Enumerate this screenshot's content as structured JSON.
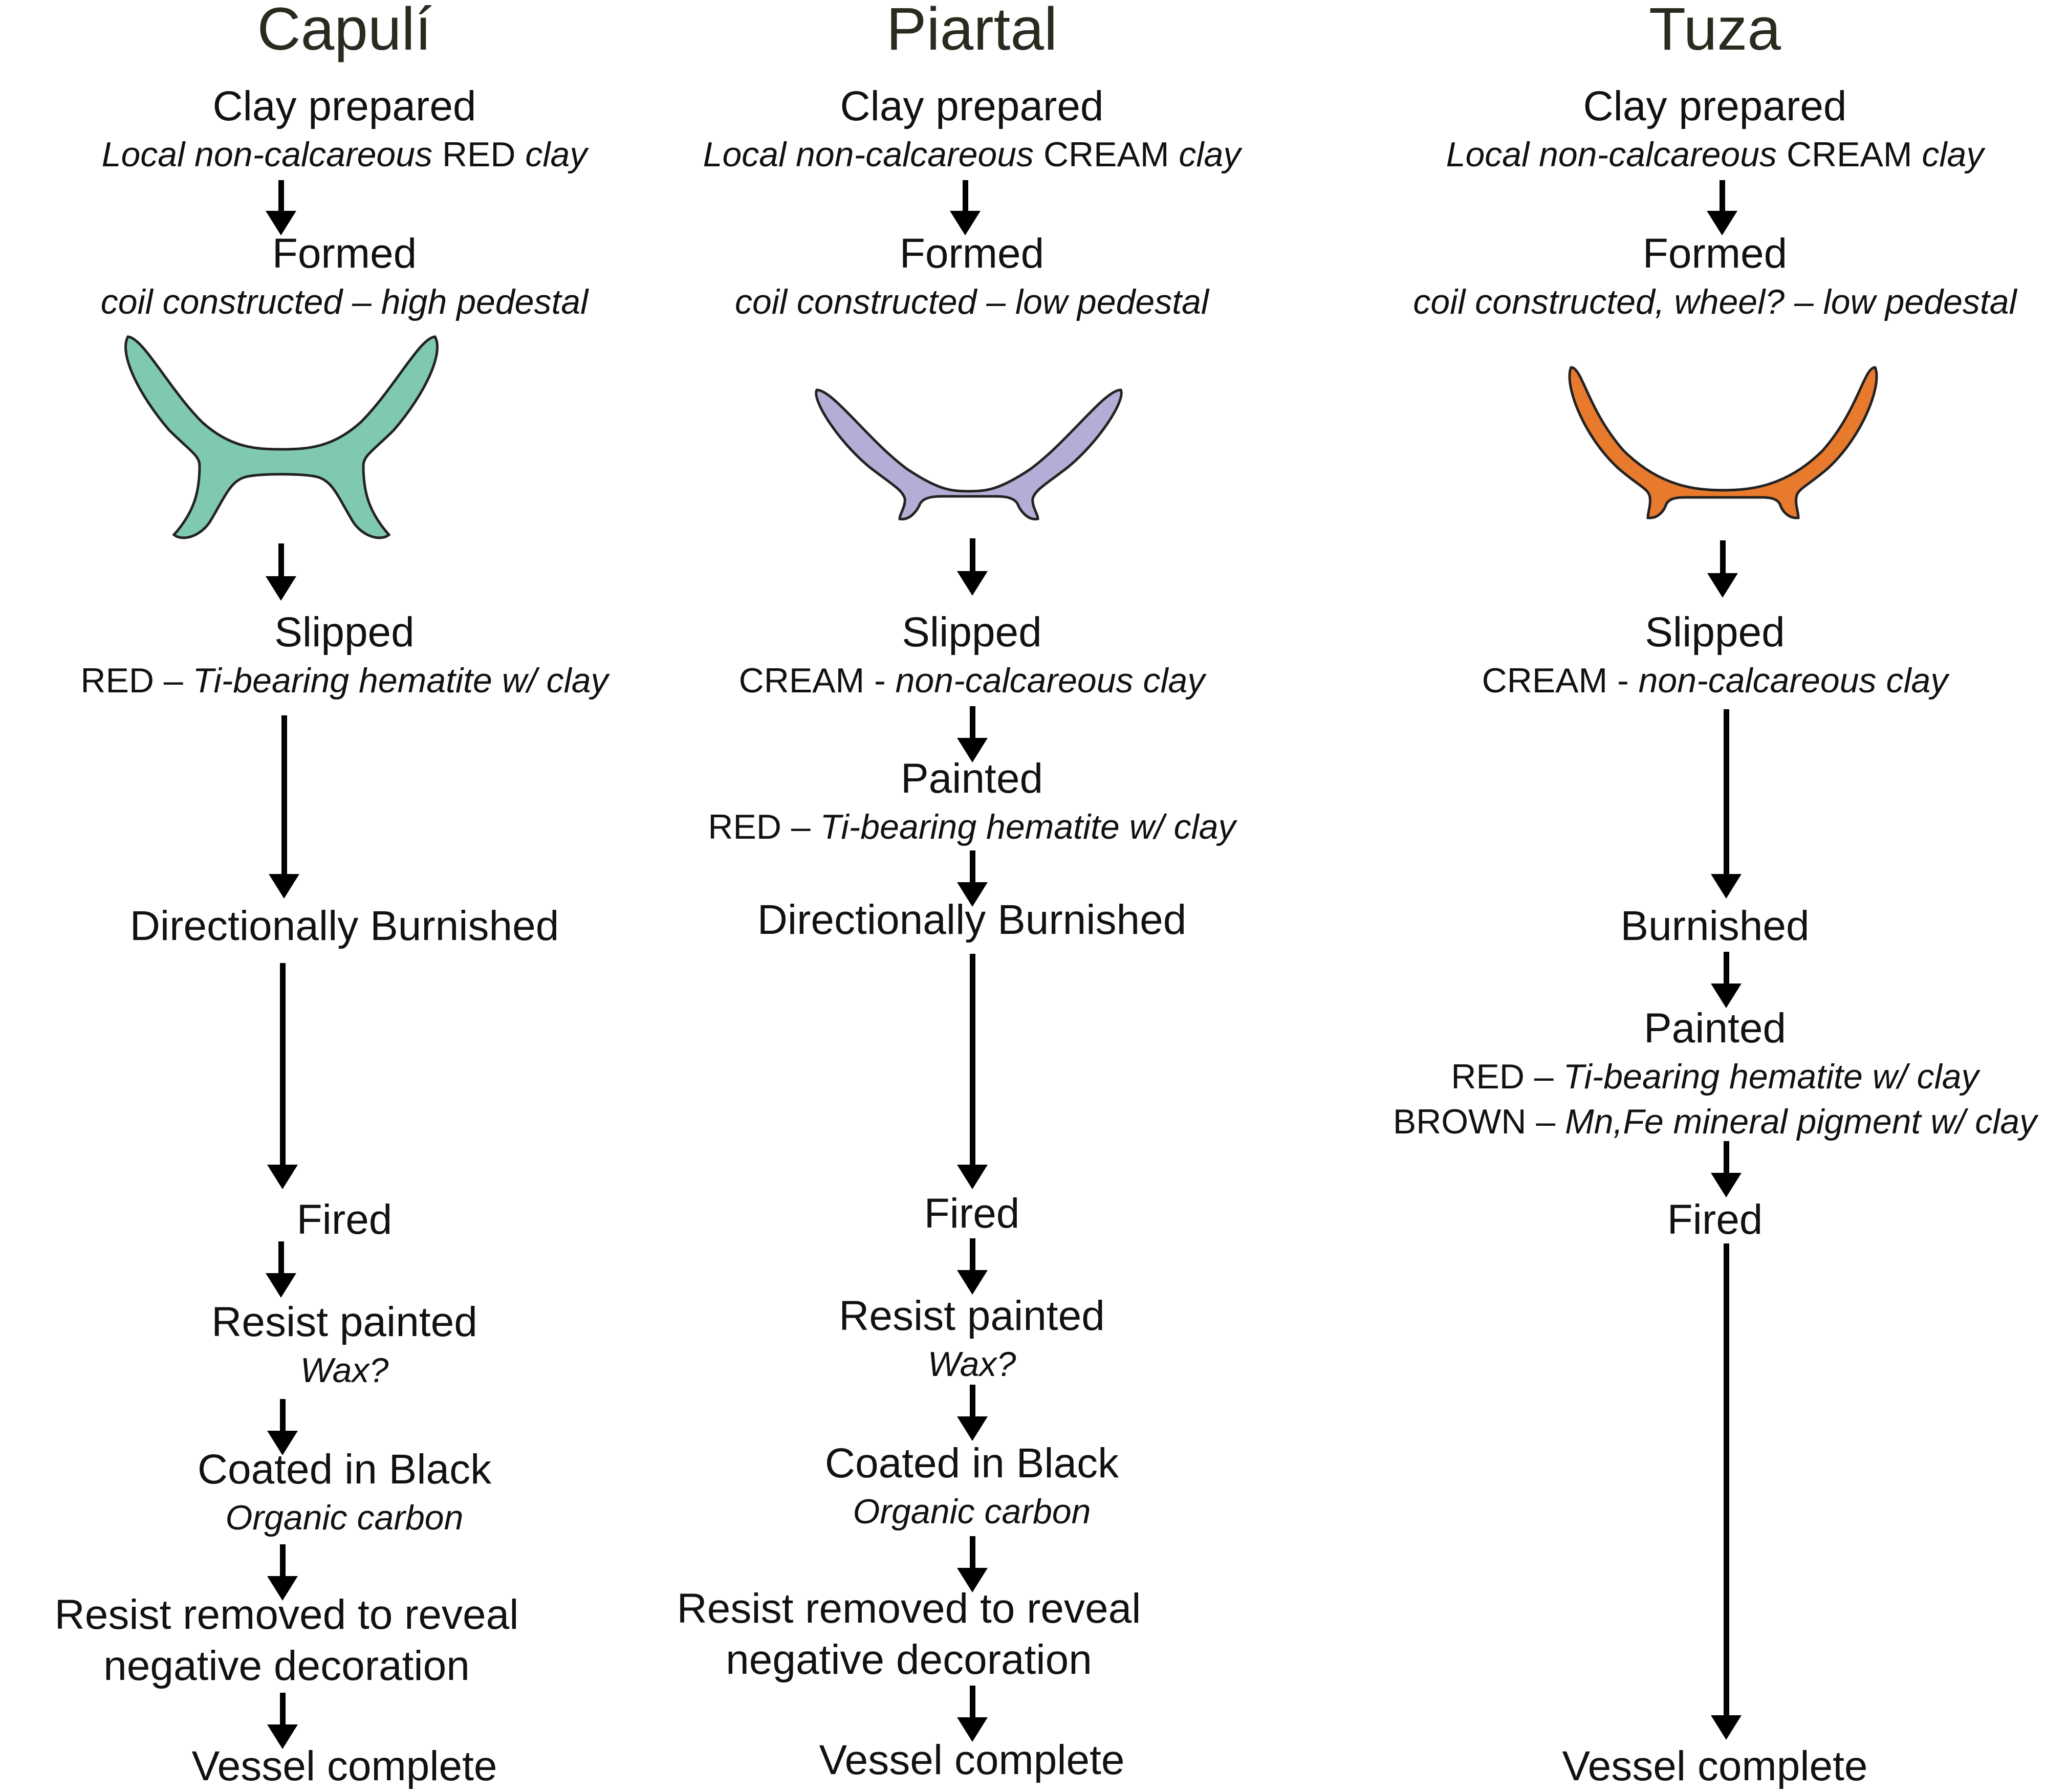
{
  "columns": [
    {
      "title": "Capulí",
      "vessel_color": "#7fc8b1",
      "vessel_shape": "high-pedestal-bowl",
      "steps": [
        {
          "name": "Clay prepared",
          "detail": [
            [
              {
                "t": "Local non-calcareous ",
                "i": true
              },
              {
                "t": "RED ",
                "i": false
              },
              {
                "t": "clay",
                "i": true
              }
            ]
          ]
        },
        {
          "name": "Formed",
          "detail": [
            [
              {
                "t": "coil constructed – high pedestal",
                "i": true
              }
            ]
          ]
        },
        {
          "name": "Slipped",
          "detail": [
            [
              {
                "t": "RED – ",
                "i": false
              },
              {
                "t": "Ti-bearing hematite w/ clay",
                "i": true
              }
            ]
          ]
        },
        {
          "name": "Directionally Burnished",
          "detail": []
        },
        {
          "name": "Fired",
          "detail": []
        },
        {
          "name": "Resist painted",
          "detail": [
            [
              {
                "t": "Wax?",
                "i": true
              }
            ]
          ]
        },
        {
          "name": "Coated in Black",
          "detail": [
            [
              {
                "t": "Organic carbon",
                "i": true
              }
            ]
          ]
        },
        {
          "name": "Resist removed to reveal negative decoration",
          "detail": []
        },
        {
          "name": "Vessel complete",
          "detail": []
        }
      ]
    },
    {
      "title": "Piartal",
      "vessel_color": "#b4aed6",
      "vessel_shape": "low-pedestal-bowl",
      "steps": [
        {
          "name": "Clay prepared",
          "detail": [
            [
              {
                "t": "Local non-calcareous ",
                "i": true
              },
              {
                "t": "CREAM ",
                "i": false
              },
              {
                "t": "clay",
                "i": true
              }
            ]
          ]
        },
        {
          "name": "Formed",
          "detail": [
            [
              {
                "t": "coil constructed – low pedestal",
                "i": true
              }
            ]
          ]
        },
        {
          "name": "Slipped",
          "detail": [
            [
              {
                "t": "CREAM - ",
                "i": false
              },
              {
                "t": "non-calcareous clay",
                "i": true
              }
            ]
          ]
        },
        {
          "name": "Painted",
          "detail": [
            [
              {
                "t": "RED – ",
                "i": false
              },
              {
                "t": "Ti-bearing hematite w/ clay",
                "i": true
              }
            ]
          ]
        },
        {
          "name": "Directionally Burnished",
          "detail": []
        },
        {
          "name": "Fired",
          "detail": []
        },
        {
          "name": "Resist painted",
          "detail": [
            [
              {
                "t": "Wax?",
                "i": true
              }
            ]
          ]
        },
        {
          "name": "Coated in Black",
          "detail": [
            [
              {
                "t": "Organic carbon",
                "i": true
              }
            ]
          ]
        },
        {
          "name": "Resist removed to reveal negative decoration",
          "detail": []
        },
        {
          "name": "Vessel complete",
          "detail": []
        }
      ]
    },
    {
      "title": "Tuza",
      "vessel_color": "#e77a2c",
      "vessel_shape": "low-pedestal-bowl",
      "steps": [
        {
          "name": "Clay prepared",
          "detail": [
            [
              {
                "t": "Local non-calcareous ",
                "i": true
              },
              {
                "t": "CREAM ",
                "i": false
              },
              {
                "t": "clay",
                "i": true
              }
            ]
          ]
        },
        {
          "name": "Formed",
          "detail": [
            [
              {
                "t": "coil constructed, wheel? – low pedestal",
                "i": true
              }
            ]
          ]
        },
        {
          "name": "Slipped",
          "detail": [
            [
              {
                "t": "CREAM - ",
                "i": false
              },
              {
                "t": "non-calcareous clay",
                "i": true
              }
            ]
          ]
        },
        {
          "name": "Burnished",
          "detail": []
        },
        {
          "name": "Painted",
          "detail": [
            [
              {
                "t": "RED – ",
                "i": false
              },
              {
                "t": "Ti-bearing hematite w/ clay",
                "i": true
              }
            ],
            [
              {
                "t": "BROWN – ",
                "i": false
              },
              {
                "t": "Mn,Fe mineral pigment w/ clay",
                "i": true
              }
            ]
          ]
        },
        {
          "name": "Fired",
          "detail": []
        },
        {
          "name": "Vessel complete",
          "detail": []
        }
      ]
    }
  ]
}
